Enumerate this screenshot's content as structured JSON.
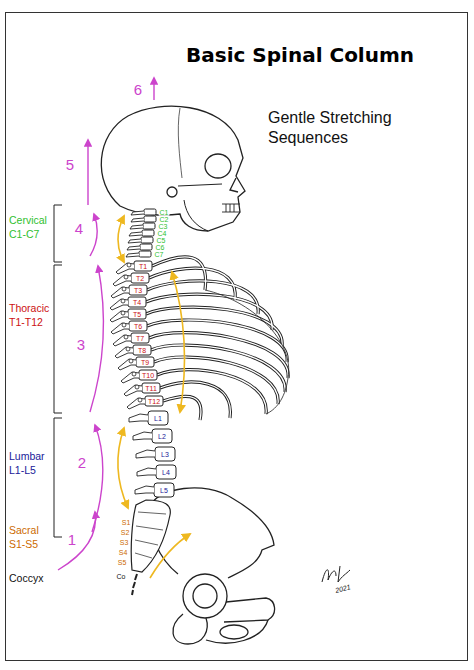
{
  "diagram": {
    "title": "Basic Spinal Column",
    "labels": [
      "Gentle Stretching Sequences",
      "Cervical C1-C7",
      "Thoracic T1-T12",
      "Lumbar L1-L5",
      "Sacral S1-S5",
      "Coccyx",
      "6",
      "5",
      "4",
      "3",
      "2",
      "1",
      "C1",
      "C2",
      "C3",
      "C4",
      "C5",
      "C6",
      "C7",
      "T1",
      "T2",
      "T3",
      "T4",
      "T5",
      "T6",
      "T7",
      "T8",
      "T9",
      "T10",
      "T11",
      "T12",
      "L1",
      "L2",
      "L3",
      "L4",
      "L5",
      "S1",
      "S2",
      "S3",
      "S4",
      "S5",
      "Co",
      "2021"
    ]
  }
}
